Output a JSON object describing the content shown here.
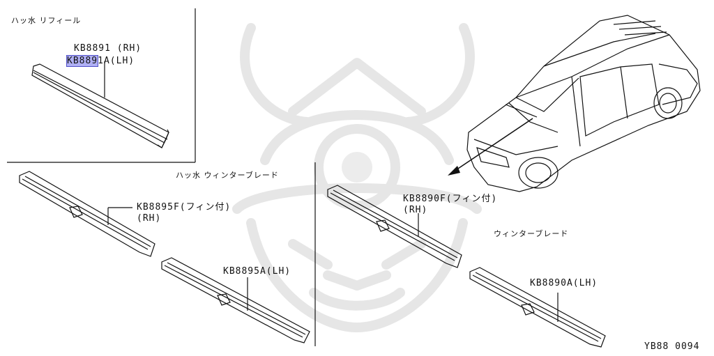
{
  "colors": {
    "line": "#111111",
    "highlight": "#6e6eeb",
    "watermark": "#e8e8e8"
  },
  "refill_panel": {
    "title": "ハッ水 リフィール",
    "part_rh": "KB8891 (RH)",
    "part_lh_highlight": "KB889",
    "part_lh_rest": "1A(LH)"
  },
  "winter_panel_left": {
    "title": "ハッ水 ウィンターブレード",
    "rh_line1": "KB8895F(フィン付)",
    "rh_line2": "(RH)",
    "lh": "KB8895A(LH)"
  },
  "winter_right": {
    "title": "ウィンターブレード",
    "rh_line1": "KB8890F(フィン付)",
    "rh_line2": "(RH)",
    "lh": "KB8890A(LH)"
  },
  "figure_code": "YB88 0094",
  "watermark_icon": "samurai-helmet-icon"
}
